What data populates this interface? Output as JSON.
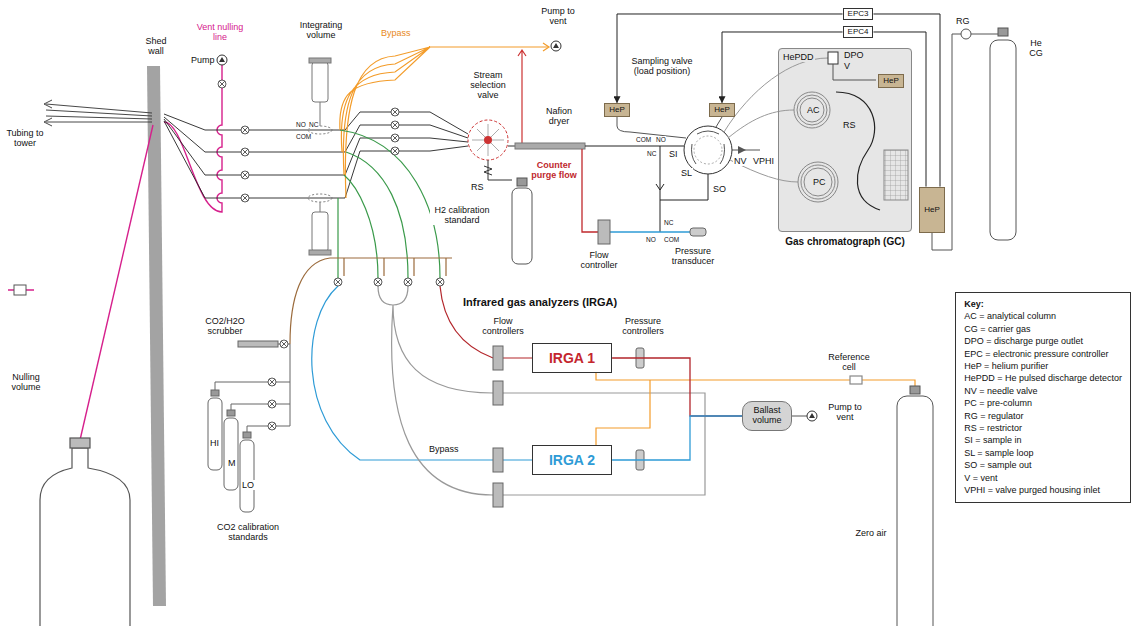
{
  "diagram": {
    "nodes": [
      {
        "text": [
          "EPC3"
        ]
      },
      {
        "text": [
          "EPC4"
        ]
      },
      {
        "text": [
          "HeP"
        ]
      },
      {
        "text": [
          "HeP"
        ]
      },
      {
        "text": [
          "Gas chromatograph (GC)"
        ]
      },
      {
        "text": [
          "HeP"
        ],
        "in": 4
      },
      {
        "text": [
          "HeP"
        ]
      },
      {
        "text": [
          "IRGA 1"
        ]
      },
      {
        "text": [
          "IRGA 2"
        ]
      },
      {
        "text": [
          "Ballast volume"
        ]
      },
      {
        "text": [
          "Key:",
          "AC = analytical column",
          "CG = carrier gas",
          "DPO = discharge purge outlet",
          "EPC = electronic pressure controller",
          "HeP = helium purifier",
          "HePDD = He pulsed discharge detector",
          "NV = needle valve",
          "PC = pre-column",
          "RG = regulator",
          "RS = restrictor",
          "SI = sample in",
          "SL = sample loop",
          "SO = sample out",
          "V = vent",
          "VPHI = valve purged housing inlet"
        ]
      }
    ],
    "edges": [
      {
        "from": 0,
        "to": 2,
        "arrow": "to"
      },
      {
        "from": 1,
        "to": 3,
        "arrow": "to"
      },
      {
        "from": 6,
        "to": 0,
        "arrow": "none"
      },
      {
        "from": 6,
        "to": 1,
        "arrow": "none"
      },
      {
        "from": 7,
        "to": 9,
        "arrow": "none"
      },
      {
        "from": 8,
        "to": 9,
        "arrow": "none"
      }
    ],
    "labels": [
      "Shed wall",
      "Vent nulling line",
      "Pump",
      "Integrating volume",
      "Tubing to tower",
      "Bypass",
      "Pump to vent",
      "Stream selection valve",
      "Nafion dryer",
      "RS",
      "H2 calibration standard",
      "Counter purge flow",
      "Flow controller",
      "Pressure transducer",
      "Sampling valve (load position)",
      "SI",
      "SL",
      "SO",
      "NV",
      "VPHI",
      "AC",
      "PC",
      "RS",
      "HePDD",
      "DPO",
      "V",
      "RG",
      "He CG",
      "Infrared gas analyzers (IRGA)",
      "Flow controllers",
      "Pressure controllers",
      "Bypass",
      "Reference cell",
      "Pump to vent",
      "Zero air",
      "CO2/H2O scrubber",
      "HI",
      "M",
      "LO",
      "CO2 calibration standards",
      "Nulling volume",
      "NO",
      "NC",
      "COM",
      "COM",
      "NO",
      "NC",
      "NC",
      "COM",
      "NO"
    ]
  }
}
